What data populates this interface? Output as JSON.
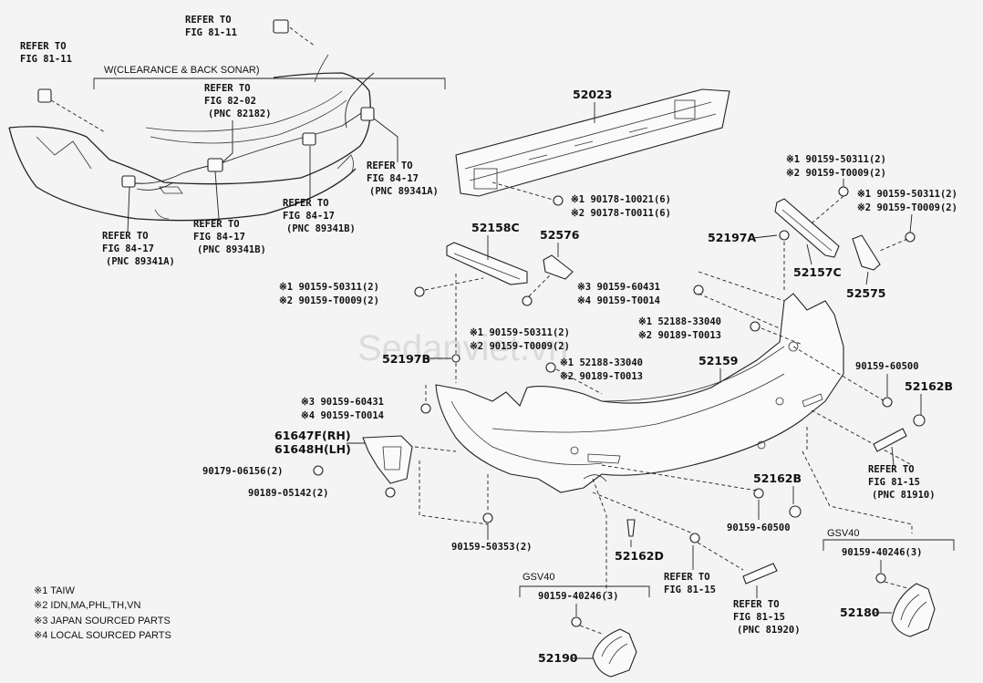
{
  "watermark": "Sedanviet.vn",
  "refs": {
    "fig81_11_top": [
      "REFER TO",
      "FIG 81-11"
    ],
    "fig81_11_left": [
      "REFER TO",
      "FIG 81-11"
    ],
    "fig82_02": [
      "REFER TO",
      "FIG 82-02",
      "(PNC 82182)"
    ],
    "fig84_17_a_right": [
      "REFER TO",
      "FIG 84-17",
      "(PNC 89341A)"
    ],
    "fig84_17_b_center": [
      "REFER TO",
      "FIG 84-17",
      "(PNC 89341B)"
    ],
    "fig84_17_b_left": [
      "REFER TO",
      "FIG 84-17",
      "(PNC 89341B)"
    ],
    "fig84_17_a_left": [
      "REFER TO",
      "FIG 84-17",
      "(PNC 89341A)"
    ],
    "fig81_15_right": [
      "REFER TO",
      "FIG 81-15",
      "(PNC 81910)"
    ],
    "fig81_15_mid": [
      "REFER TO",
      "FIG 81-15"
    ],
    "fig81_15_bottom": [
      "REFER TO",
      "FIG 81-15",
      "(PNC 81920)"
    ]
  },
  "wbracket_label": "W(CLEARANCE & BACK SONAR)",
  "parts": {
    "p52023": "52023",
    "p52158C": "52158C",
    "p52576": "52576",
    "p52197A": "52197A",
    "p52157C": "52157C",
    "p52575": "52575",
    "p52197B": "52197B",
    "p52159": "52159",
    "p52162B_top": "52162B",
    "p52162B_bottom": "52162B",
    "p52162D": "52162D",
    "p61647F": "61647F(RH)",
    "p61648H": "61648H(LH)",
    "p52190": "52190",
    "p52180": "52180"
  },
  "fasteners": {
    "f_52023": [
      "※1 90178-10021(6)",
      "※2 90178-T0011(6)"
    ],
    "f_top_right": [
      "※1 90159-50311(2)",
      "※2 90159-T0009(2)"
    ],
    "f_right": [
      "※1 90159-50311(2)",
      "※2 90159-T0009(2)"
    ],
    "f_left": [
      "※1 90159-50311(2)",
      "※2 90159-T0009(2)"
    ],
    "f_60431_top": [
      "※3 90159-60431",
      "※4 90159-T0014"
    ],
    "f_center": [
      "※1 90159-50311(2)",
      "※2 90159-T0009(2)"
    ],
    "f_33040_top": [
      "※1 52188-33040",
      "※2 90189-T0013"
    ],
    "f_33040_mid": [
      "※1 52188-33040",
      "※2 90189-T0013"
    ],
    "f_60431_left": [
      "※3 90159-60431",
      "※4 90159-T0014"
    ],
    "f_06156": "90179-06156(2)",
    "f_05142": "90189-05142(2)",
    "f_50353": "90159-50353(2)",
    "f_60500_right": "90159-60500",
    "f_60500_bottom": "90159-60500",
    "f_40246_left": "90159-40246(3)",
    "f_40246_right": "90159-40246(3)"
  },
  "gsv_left": "GSV40",
  "gsv_right": "GSV40",
  "legend": [
    "※1 TAIW",
    "※2 IDN,MA,PHL,TH,VN",
    "※3 JAPAN SOURCED PARTS",
    "※4 LOCAL SOURCED PARTS"
  ]
}
